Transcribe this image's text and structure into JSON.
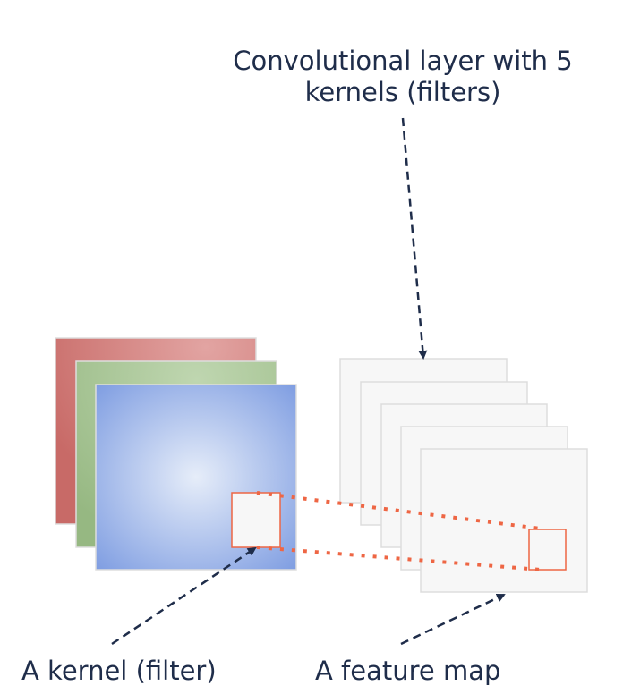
{
  "labels": {
    "title_line1": "Convolutional layer with 5",
    "title_line2": "kernels (filters)",
    "kernel_label": "A kernel (filter)",
    "feature_map_label": "A feature map"
  },
  "colors": {
    "red_channel": "#cd6f6c",
    "green_channel": "#9bbb88",
    "blue_channel": "#7799e0",
    "kernel_outline": "#ee6644",
    "arrow": "#1f2d4a",
    "feature_plane": "#f7f7f7"
  }
}
